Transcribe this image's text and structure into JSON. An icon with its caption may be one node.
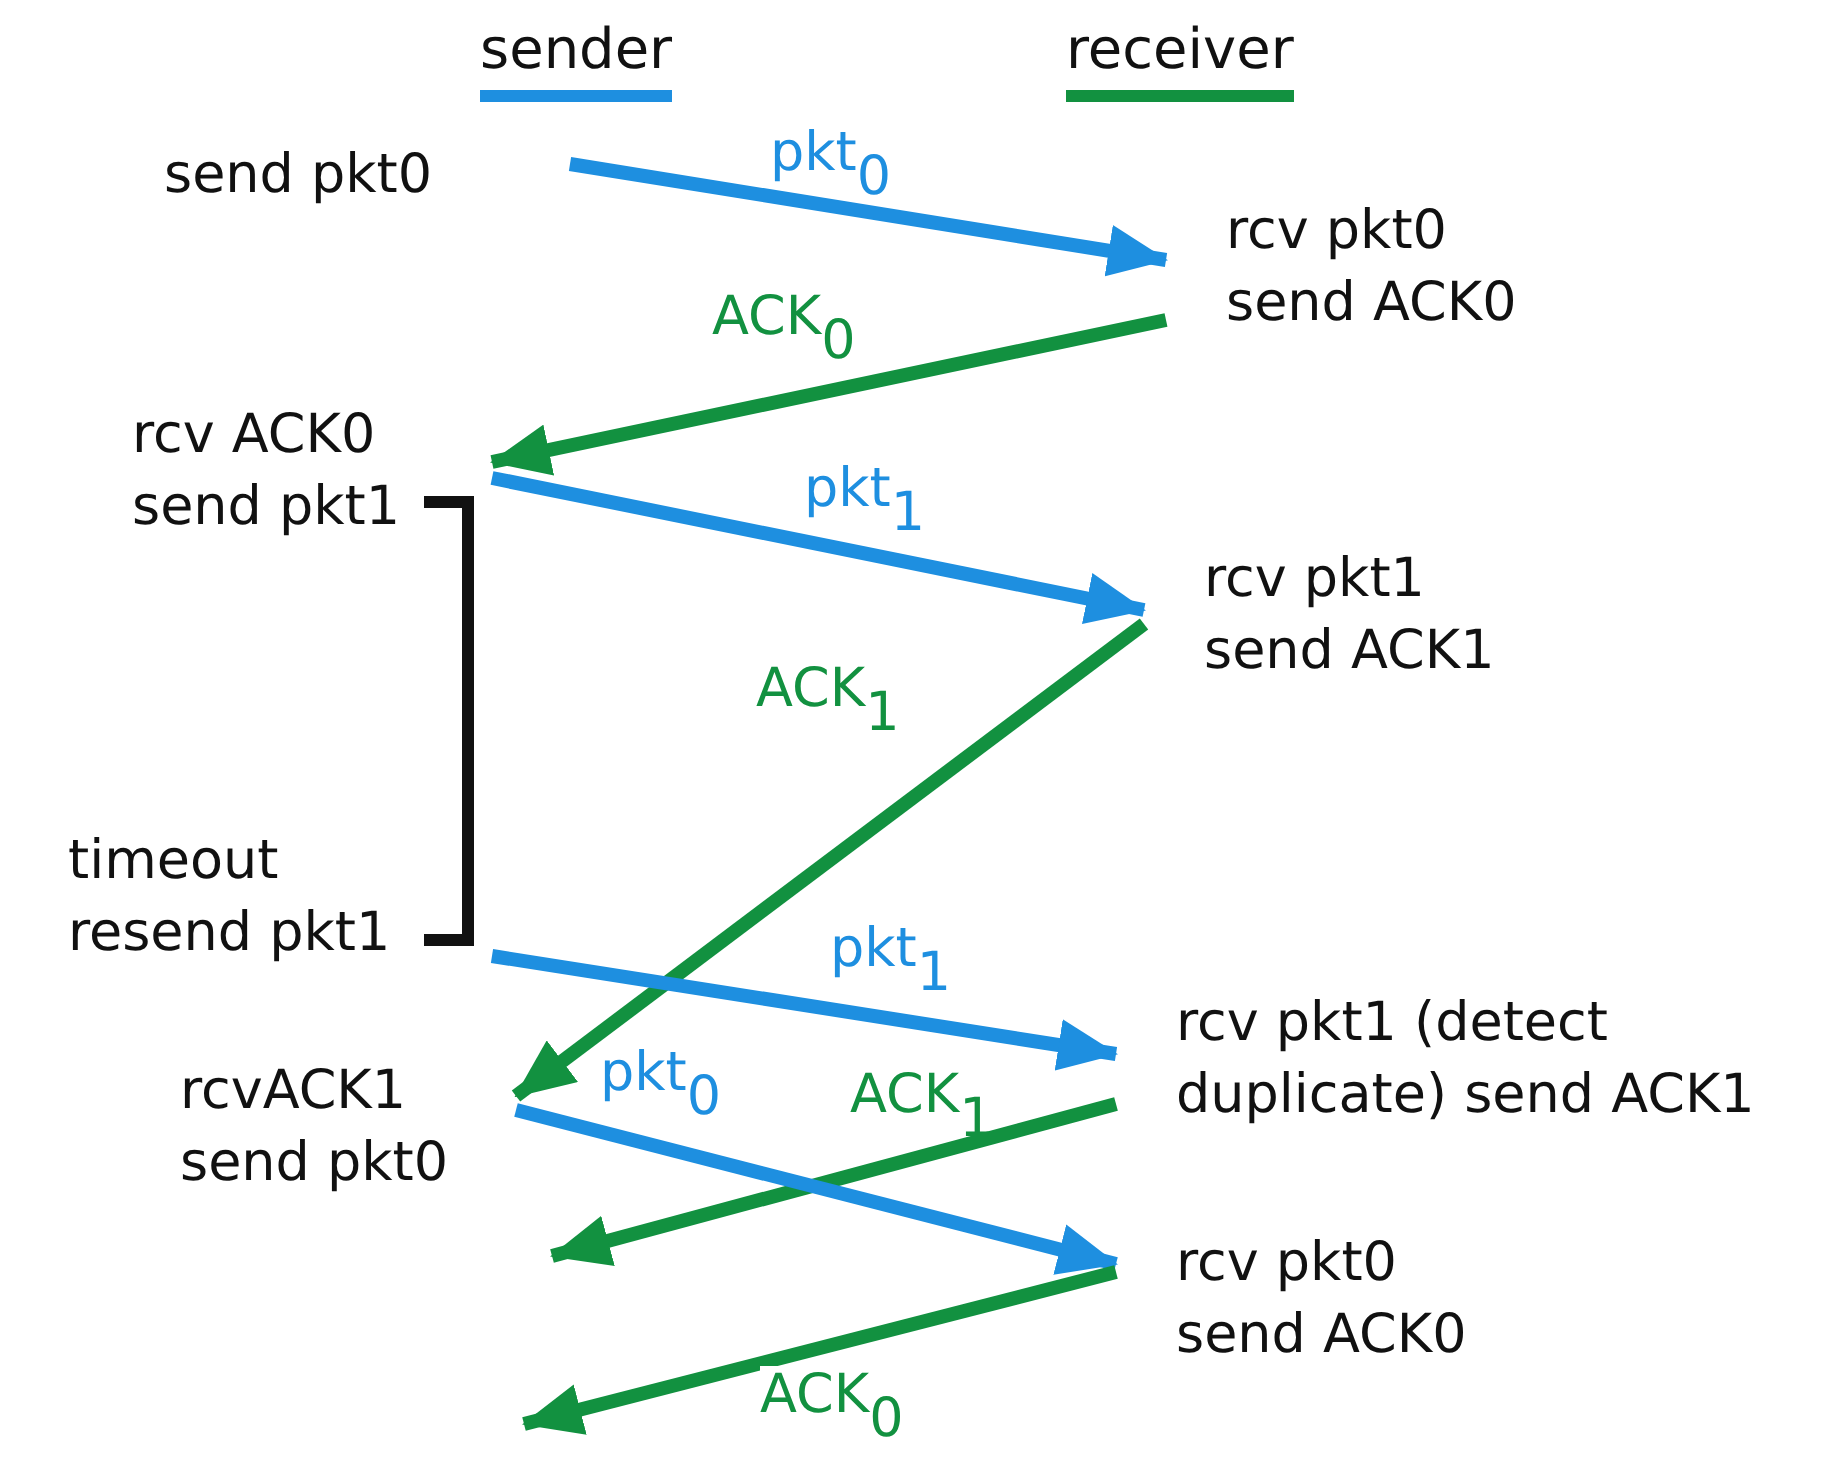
{
  "diagram": {
    "nodes": [
      {
        "text": [
          "send pkt0"
        ]
      },
      {
        "text": [
          "rcv pkt0 send ACK0"
        ]
      },
      {
        "text": [
          "rcv ACK0 send pkt1"
        ]
      },
      {
        "text": [
          "rcv pkt1 send ACK1"
        ]
      },
      {
        "text": [
          "timeout resend pkt1"
        ]
      },
      {
        "text": [
          "rcv pkt1 (detect duplicate) send ACK1"
        ]
      },
      {
        "text": [
          "rcvACK1 send pkt0"
        ]
      },
      {
        "text": [
          "rcv pkt0 send ACK0"
        ]
      }
    ],
    "edges": [
      {
        "from": 0,
        "to": 1,
        "arrow": "to",
        "label": "pkt$_{0}$"
      },
      {
        "from": 1,
        "to": 2,
        "arrow": "to",
        "label": "ACK$_{0}$",
        "color": "#129140"
      },
      {
        "from": 2,
        "to": 3,
        "arrow": "to",
        "label": "pkt$_{1}$"
      },
      {
        "from": 3,
        "to": 6,
        "arrow": "to",
        "label": "ACK$_{1}$",
        "color": "#129140"
      },
      {
        "from": 4,
        "to": 5,
        "arrow": "to",
        "label": "pkt$_{1}$"
      },
      {
        "from": 5,
        "to": null,
        "arrow": "to",
        "label": "ACK$_{1}$",
        "color": "#129140"
      },
      {
        "from": 6,
        "to": 7,
        "arrow": "to",
        "label": "pkt$_{0}$"
      },
      {
        "from": 7,
        "to": null,
        "arrow": "to",
        "label": "ACK$_{0}$",
        "color": "#129140"
      }
    ],
    "labels": [
      "sender",
      "receiver"
    ]
  }
}
